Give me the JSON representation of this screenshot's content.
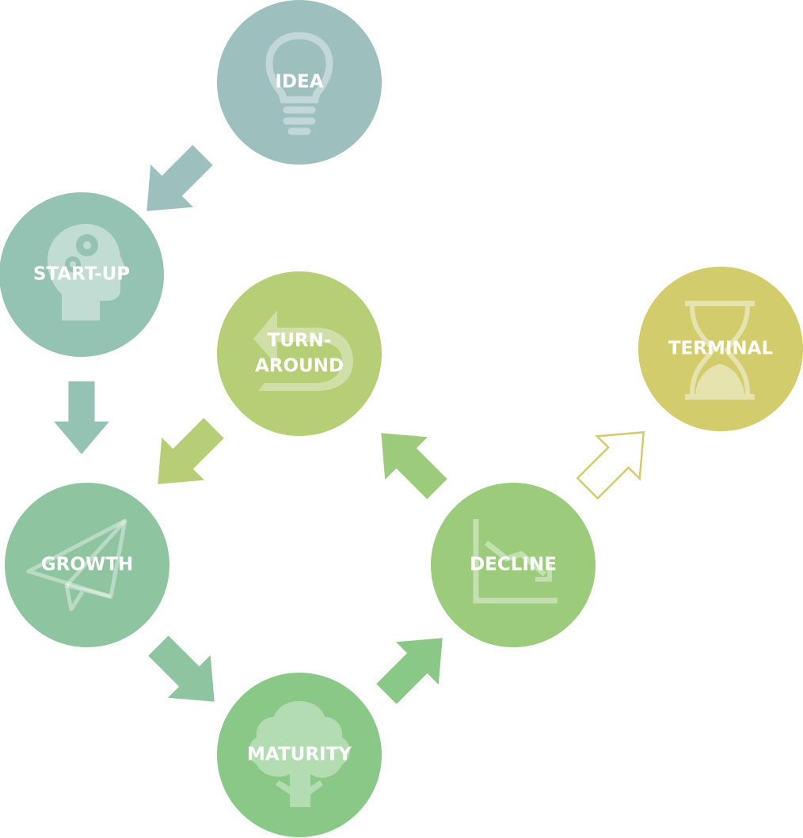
{
  "stages": {
    "idea": {
      "label": "IDEA",
      "color": "#9dbfbe",
      "icon": "lightbulb-icon"
    },
    "startup": {
      "label": "START-UP",
      "color": "#95c3b3",
      "icon": "head-gears-icon"
    },
    "growth": {
      "label": "GROWTH",
      "color": "#8ec4a0",
      "icon": "paper-plane-icon"
    },
    "maturity": {
      "label": "MATURITY",
      "color": "#8ac887",
      "icon": "tree-icon"
    },
    "decline": {
      "label": "DECLINE",
      "color": "#9ccb7c",
      "icon": "declining-chart-icon"
    },
    "turnaround": {
      "label_line1": "TURN-",
      "label_line2": "AROUND",
      "color": "#b6ce76",
      "icon": "u-turn-arrow-icon"
    },
    "terminal": {
      "label": "TERMINAL",
      "color": "#d2cc6c",
      "icon": "hourglass-icon"
    }
  },
  "arrows": [
    {
      "from": "idea",
      "to": "startup",
      "color": "#9dbfbe",
      "style": "filled"
    },
    {
      "from": "startup",
      "to": "growth",
      "color": "#95c3b3",
      "style": "filled"
    },
    {
      "from": "growth",
      "to": "maturity",
      "color": "#8ec4a0",
      "style": "filled"
    },
    {
      "from": "maturity",
      "to": "decline",
      "color": "#8ac887",
      "style": "filled"
    },
    {
      "from": "decline",
      "to": "turnaround",
      "color": "#9ccb7c",
      "style": "filled"
    },
    {
      "from": "turnaround",
      "to": "growth",
      "color": "#b6ce76",
      "style": "filled"
    },
    {
      "from": "decline",
      "to": "terminal",
      "color": "#d2cc6c",
      "style": "outline"
    }
  ]
}
